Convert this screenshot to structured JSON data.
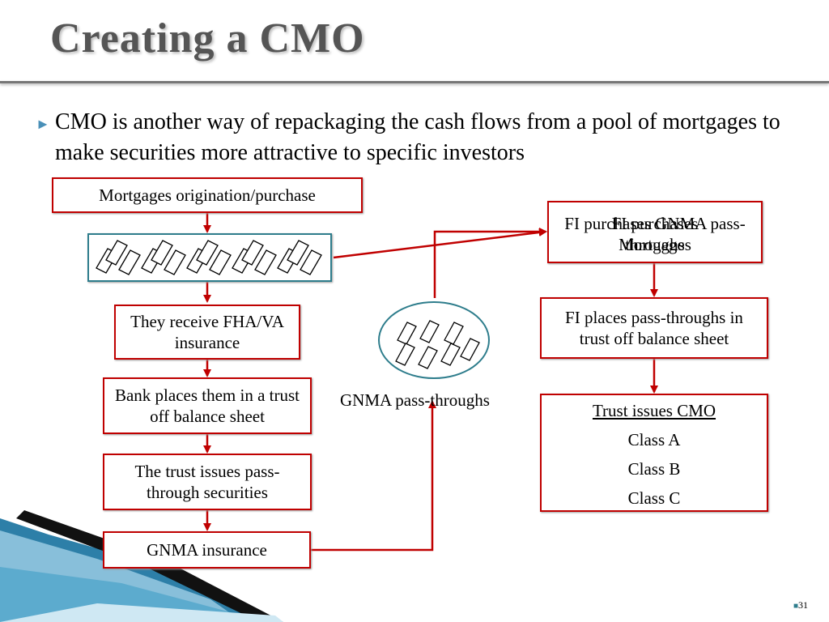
{
  "slide": {
    "title": "Creating a CMO",
    "bullet": "CMO is another way of repackaging the cash flows from a pool of mortgages to make securities more attractive to specific investors",
    "page_number": "31"
  },
  "diagram": {
    "origination": "Mortgages origination/purchase",
    "insurance_fha": "They receive FHA/VA insurance",
    "bank_trust": "Bank places them in a trust off balance sheet",
    "trust_issues": "The trust issues pass-through securities",
    "gnma_insurance": "GNMA insurance",
    "gnma_passthroughs": "GNMA pass-throughs",
    "fi_purchases_a": "FI purchases GNMA pass-throughs",
    "fi_purchases_b": "FI purchases Mortgages",
    "fi_places": "FI places pass-throughs in trust off balance sheet",
    "cmo_title": "Trust issues CMO",
    "classes": [
      "Class A",
      "Class B",
      "Class C"
    ]
  },
  "colors": {
    "arrow": "#c00000",
    "teal": "#2e7d8c",
    "title": "#555555"
  }
}
